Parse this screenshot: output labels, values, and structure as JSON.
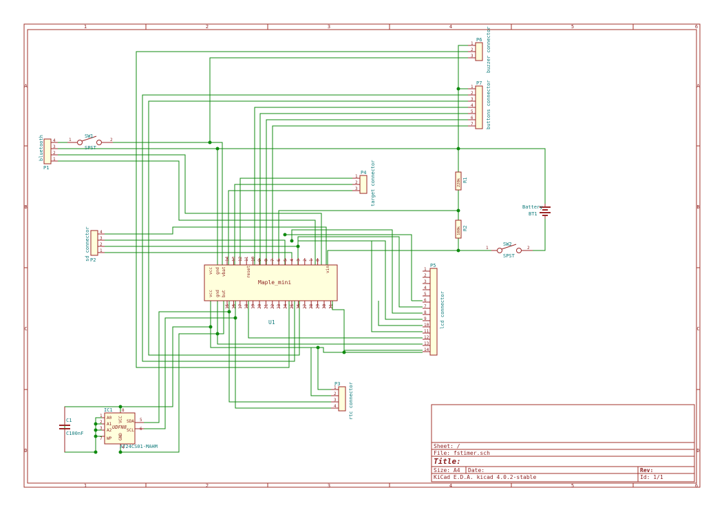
{
  "frame": {
    "col_labels": [
      "1",
      "2",
      "3",
      "4",
      "5",
      "6"
    ],
    "row_labels": [
      "A",
      "B",
      "C",
      "D"
    ]
  },
  "title_block": {
    "sheet": "Sheet: /",
    "file": "File: fstimer.sch",
    "title": "Title:",
    "size": "Size: A4",
    "date": "Date:",
    "rev": "Rev:",
    "tool": "KiCad E.D.A.  kicad 4.0.2-stable",
    "id": "Id: 1/1"
  },
  "components": {
    "P6": {
      "ref": "P6",
      "value": "buzzer connector",
      "pins": [
        "1",
        "2",
        "3"
      ]
    },
    "P7": {
      "ref": "P7",
      "value": "buttons connector",
      "pins": [
        "1",
        "2",
        "3",
        "4",
        "5",
        "6",
        "7"
      ]
    },
    "P1": {
      "ref": "P1",
      "value": "bluetooth",
      "pins": [
        "4",
        "3",
        "2",
        "1"
      ]
    },
    "SW1": {
      "ref": "SW1",
      "value": "SPST",
      "pin1": "1",
      "pin2": "2"
    },
    "P4": {
      "ref": "P4",
      "value": "target connector",
      "pins": [
        "1",
        "2",
        "3"
      ]
    },
    "R1": {
      "ref": "R1",
      "value": "220k"
    },
    "R2": {
      "ref": "R2",
      "value": "100k"
    },
    "BT1": {
      "ref": "BT1",
      "value": "Battery"
    },
    "P2": {
      "ref": "P2",
      "value": "sd connector",
      "pins": [
        "4",
        "3",
        "2",
        "1"
      ]
    },
    "SW2": {
      "ref": "SW2",
      "value": "SPST",
      "pin1": "1",
      "pin2": "2"
    },
    "U1": {
      "ref": "U1",
      "value": "Maple_mini",
      "top_pins": [
        "14",
        "13",
        "12",
        "11",
        "10",
        "9",
        "8",
        "7",
        "6",
        "5",
        "4",
        "3",
        "2",
        "1",
        "0"
      ],
      "top_names": [
        "vcc",
        "gnd",
        "vbat",
        "reset",
        "vin"
      ],
      "bottom_pins": [
        "15",
        "16",
        "17",
        "18",
        "19",
        "20",
        "21",
        "22",
        "23",
        "24",
        "25",
        "26",
        "27",
        "28",
        "29",
        "30",
        "31"
      ],
      "bottom_names": [
        "vcc",
        "gnd",
        "but"
      ]
    },
    "P5": {
      "ref": "P5",
      "value": "lcd connector",
      "pins": [
        "1",
        "2",
        "3",
        "4",
        "5",
        "6",
        "7",
        "8",
        "9",
        "10",
        "11",
        "12",
        "13",
        "14"
      ]
    },
    "P3": {
      "ref": "P3",
      "value": "rtc connector",
      "pins": [
        "1",
        "2",
        "3",
        "4"
      ]
    },
    "C1": {
      "ref": "C1",
      "value": "C100nF"
    },
    "IC1": {
      "ref": "IC1",
      "value": "AT24CS01-MAHM",
      "package": "UDFN8",
      "left_pins": [
        "1",
        "2",
        "3",
        "7"
      ],
      "left_names": [
        "A0",
        "A1",
        "A2",
        "WP"
      ],
      "right_pins": [
        "5",
        "6"
      ],
      "right_names": [
        "SDA",
        "SCL"
      ],
      "top_pin": "8",
      "bottom_pin": "4",
      "center_names": [
        "VCC",
        "GND"
      ]
    }
  }
}
